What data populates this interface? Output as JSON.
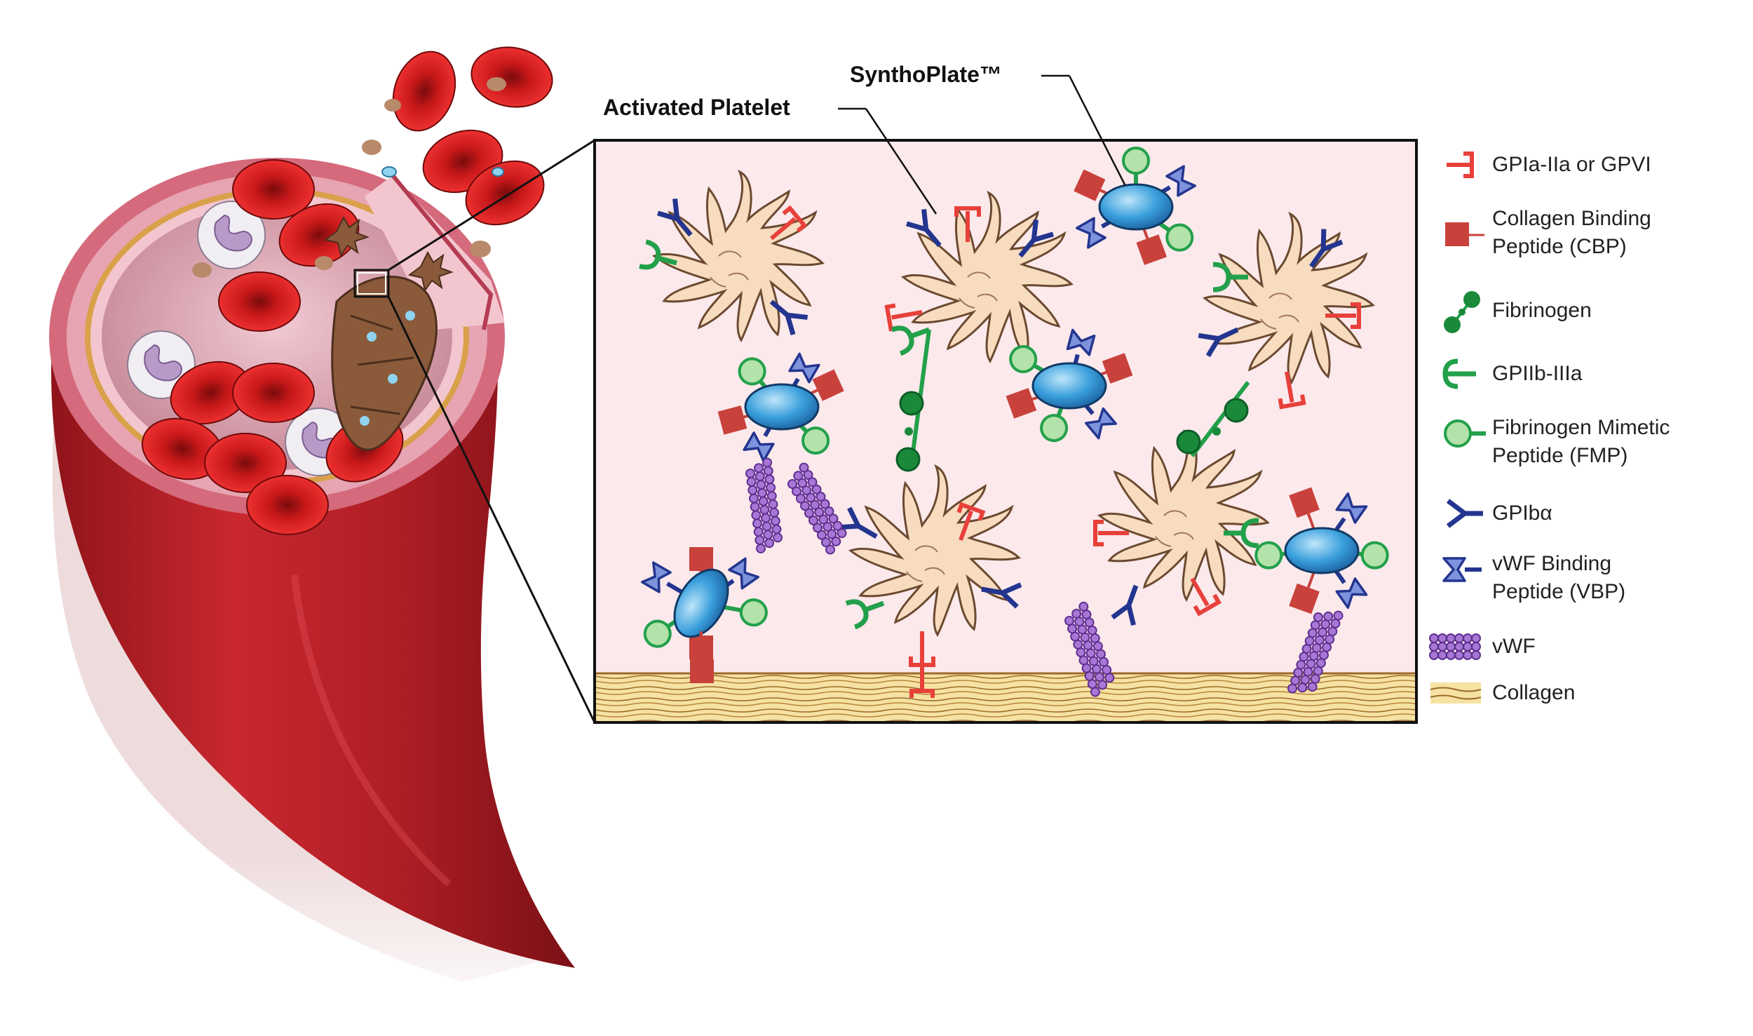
{
  "callouts": {
    "activated_platelet": "Activated Platelet",
    "synthoplate": "SynthoPlate™"
  },
  "legend": [
    {
      "id": "gpia",
      "lines": [
        "GPIa-IIa or GPVI"
      ],
      "icon": "red-receptor-icon",
      "color": "#e8403a"
    },
    {
      "id": "cbp",
      "lines": [
        "Collagen Binding",
        "Peptide (CBP)"
      ],
      "icon": "red-square-icon",
      "color": "#c8413b"
    },
    {
      "id": "fibrinogen",
      "lines": [
        "Fibrinogen"
      ],
      "icon": "green-dumbbell-icon",
      "color": "#1a8a3a"
    },
    {
      "id": "gpiib",
      "lines": [
        "GPIIb-IIIa"
      ],
      "icon": "green-cup-icon",
      "color": "#22a04a"
    },
    {
      "id": "fmp",
      "lines": [
        "Fibrinogen Mimetic",
        "Peptide (FMP)"
      ],
      "icon": "green-circle-icon",
      "color": "#a8dba0"
    },
    {
      "id": "gpib",
      "lines": [
        "GPIbα"
      ],
      "icon": "blue-y-receptor-icon",
      "color": "#23358f"
    },
    {
      "id": "vbp",
      "lines": [
        "vWF Binding",
        "Peptide (VBP)"
      ],
      "icon": "blue-chevron-icon",
      "color": "#5a72c8"
    },
    {
      "id": "vwf",
      "lines": [
        "vWF"
      ],
      "icon": "purple-chain-icon",
      "color": "#8a52b8"
    },
    {
      "id": "collagen",
      "lines": [
        "Collagen"
      ],
      "icon": "collagen-strip-icon",
      "color": "#f3dc96"
    }
  ],
  "colors": {
    "panel_bg": "#fbe9ec",
    "platelet": "#f8dcc0",
    "synthoplate": "#3a9fdc",
    "vessel": "#b8232a",
    "rbc": "#d8231f"
  }
}
